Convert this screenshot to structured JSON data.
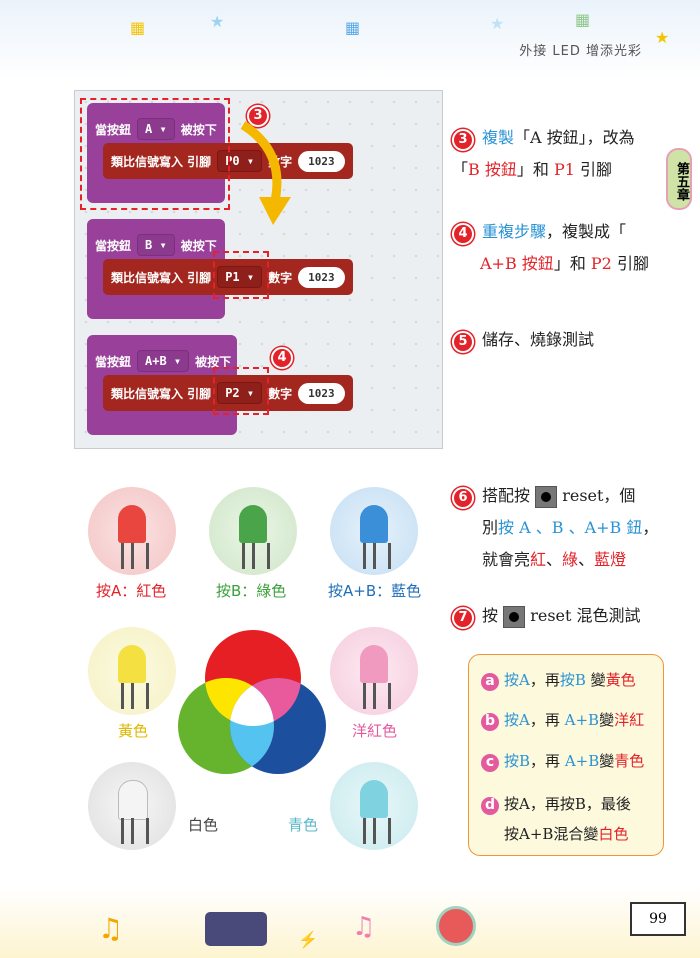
{
  "header": {
    "title": "外接 LED 增添光彩",
    "chapter_tab": "第五章"
  },
  "blocks": [
    {
      "event": "當按鈕",
      "button": "A",
      "suffix": "被按下",
      "cmd": "類比信號寫入 引腳",
      "pin": "P0",
      "num_label": "數字",
      "value": "1023"
    },
    {
      "event": "當按鈕",
      "button": "B",
      "suffix": "被按下",
      "cmd": "類比信號寫入 引腳",
      "pin": "P1",
      "num_label": "數字",
      "value": "1023"
    },
    {
      "event": "當按鈕",
      "button": "A+B",
      "suffix": "被按下",
      "cmd": "類比信號寫入 引腳",
      "pin": "P2",
      "num_label": "數字",
      "value": "1023"
    }
  ],
  "callouts": {
    "c3": "3",
    "c4": "4"
  },
  "steps": {
    "s3": {
      "n": "3",
      "a": "複製",
      "b": "「A 按鈕」，改為",
      "c": "「",
      "d": "B 按鈕",
      "e": "」和 ",
      "f": "P1",
      "g": " 引腳"
    },
    "s4": {
      "n": "4",
      "a": "重複步驟",
      "b": "，複製成「",
      "c": "A+B 按鈕",
      "d": "」和 ",
      "e": "P2",
      "f": " 引腳"
    },
    "s5": {
      "n": "5",
      "a": "儲存、燒錄測試"
    },
    "s6": {
      "n": "6",
      "a": "搭配按",
      "b": "reset，個",
      "c": "別",
      "d": "按 A 、B 、A+B 鈕",
      "e": "，",
      "f": "就會亮",
      "g": "紅",
      "h": "、",
      "i": "綠",
      "j": "、",
      "k": "藍燈"
    },
    "s7": {
      "n": "7",
      "a": "按",
      "b": "reset 混色測試"
    }
  },
  "mix": [
    {
      "l": "a",
      "parts": [
        [
          "按A",
          "blue"
        ],
        [
          "，再",
          ""
        ],
        [
          "按B",
          "blue"
        ],
        [
          " 變",
          ""
        ],
        [
          "黃色",
          "red"
        ]
      ]
    },
    {
      "l": "b",
      "parts": [
        [
          "按A",
          "blue"
        ],
        [
          "，再 ",
          ""
        ],
        [
          "A+B",
          "blue"
        ],
        [
          "變",
          ""
        ],
        [
          "洋紅",
          "red"
        ]
      ]
    },
    {
      "l": "c",
      "parts": [
        [
          "按B",
          "blue"
        ],
        [
          "，再 ",
          ""
        ],
        [
          "A+B",
          "blue"
        ],
        [
          "變",
          ""
        ],
        [
          "青色",
          "red"
        ]
      ]
    },
    {
      "l": "d",
      "parts": [
        [
          "按A，再按B，最後",
          ""
        ]
      ],
      "line2": [
        [
          "按A+B混合變",
          ""
        ],
        [
          "白色",
          "red"
        ]
      ]
    }
  ],
  "leds": {
    "red": "按A：紅色",
    "green": "按B：綠色",
    "blue": "按A+B：藍色",
    "yellow": "黃色",
    "magenta": "洋紅色",
    "white": "白色",
    "cyan": "青色"
  },
  "colors": {
    "accent_red": "#e2232a",
    "blue": "#2a93d5",
    "purple_block": "#98409a",
    "red_block": "#a3261f"
  },
  "page_number": "99"
}
